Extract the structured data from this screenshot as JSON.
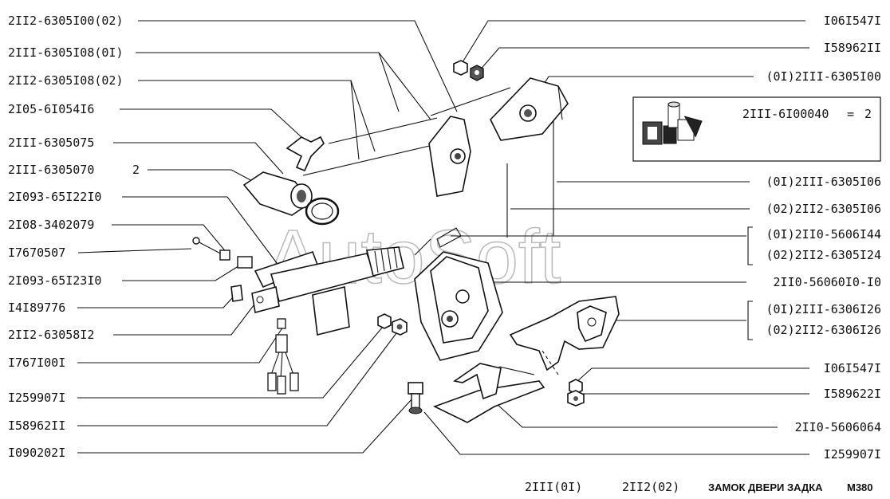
{
  "labels_left": [
    "2II2-6305I00(02)",
    "2III-6305I08(0I)",
    "2II2-6305I08(02)",
    "2I05-6I054I6",
    "2III-6305075",
    "2III-6305070",
    "2I093-65I22I0",
    "2I08-3402079",
    "I7670507",
    "2I093-65I23I0",
    "I4I89776",
    "2II2-63058I2",
    "I767I00I",
    "I259907I",
    "I58962II",
    "I090202I"
  ],
  "qty_2III_6305070": "2",
  "labels_right": [
    "I06I547I",
    "I58962II",
    "(0I)2III-6305I00",
    "(0I)2III-6305I06",
    "(02)2II2-6305I06",
    "(0I)2II0-5606I44",
    "(02)2II2-6305I24",
    "2II0-56060I0-I0",
    "(0I)2III-6306I26",
    "(02)2II2-6306I26",
    "I06I547I",
    "I589622I",
    "2II0-5606064",
    "I259907I"
  ],
  "kit_box": {
    "part": "2III-6I00040",
    "eq": "=",
    "qty": "2"
  },
  "watermark": "AutoSoft",
  "footer": {
    "variant_1": "2III(0I)",
    "variant_2": "2II2(02)",
    "title": "ЗАМОК ДВЕРИ ЗАДКА",
    "code": "M380"
  }
}
